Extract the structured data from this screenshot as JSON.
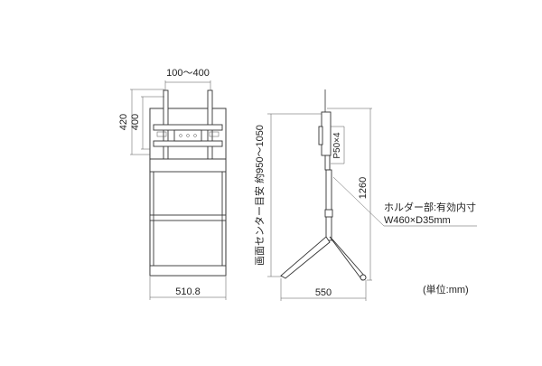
{
  "drawing": {
    "front_view": {
      "vesa_width_range": "100～400",
      "height_outer": "420",
      "height_inner": "400",
      "base_width": "510.8",
      "screen_center_height": "画面センター目安 約950～1050"
    },
    "side_view": {
      "vesa_pattern": "P50×4",
      "total_height": "1260",
      "base_depth": "550",
      "holder_label": "ホルダー部:有効内寸",
      "holder_size": "W460×D35mm"
    },
    "unit_note": "(単位:mm)"
  }
}
